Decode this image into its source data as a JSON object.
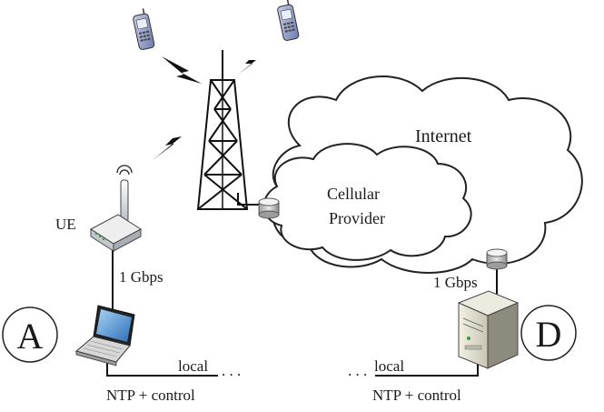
{
  "labels": {
    "internet": "Internet",
    "cellular_line1": "Cellular",
    "cellular_line2": "Provider",
    "ue": "UE",
    "bw_ue": "1 Gbps",
    "bw_server": "1 Gbps",
    "node_a": "A",
    "node_d": "D",
    "local_left": "local",
    "local_right": "local",
    "ntp_left": "NTP + control",
    "ntp_right": "NTP + control",
    "dots_left": ". . .",
    "dots_right": ". . ."
  }
}
